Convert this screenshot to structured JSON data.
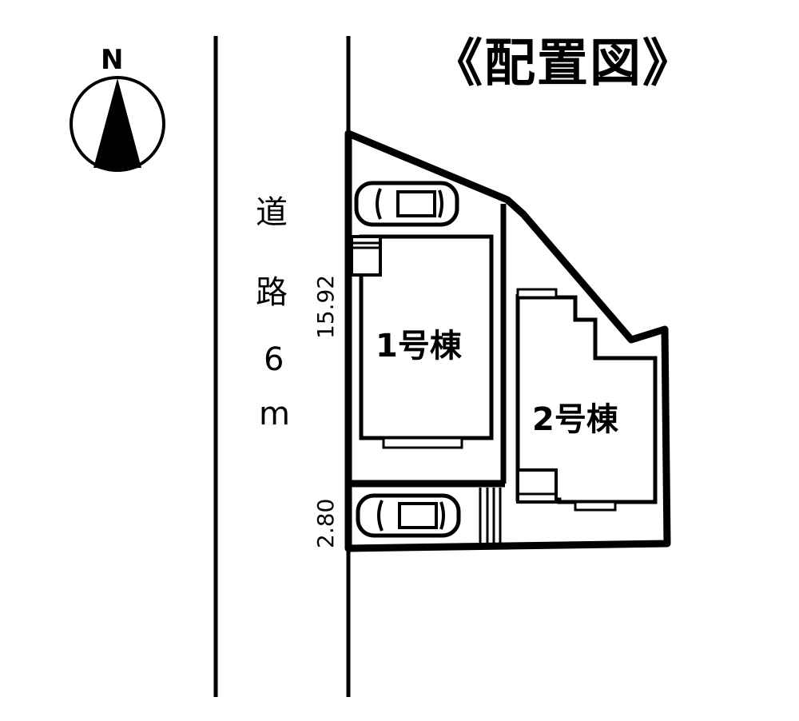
{
  "title": "《配置図》",
  "compass": {
    "label": "N",
    "icon": "north-arrow-icon"
  },
  "road": {
    "chars": [
      "道",
      "路",
      "6",
      "m"
    ],
    "label": "道路6m"
  },
  "dimensions": {
    "frontage_main": "15.92",
    "frontage_flag": "2.80"
  },
  "buildings": [
    {
      "label": "1号棟"
    },
    {
      "label": "2号棟"
    }
  ],
  "parking": [
    {
      "name": "parking-space-1",
      "icon": "car-icon"
    },
    {
      "name": "parking-space-2",
      "icon": "car-icon"
    }
  ],
  "colors": {
    "ink": "#000000",
    "paper": "#ffffff"
  }
}
